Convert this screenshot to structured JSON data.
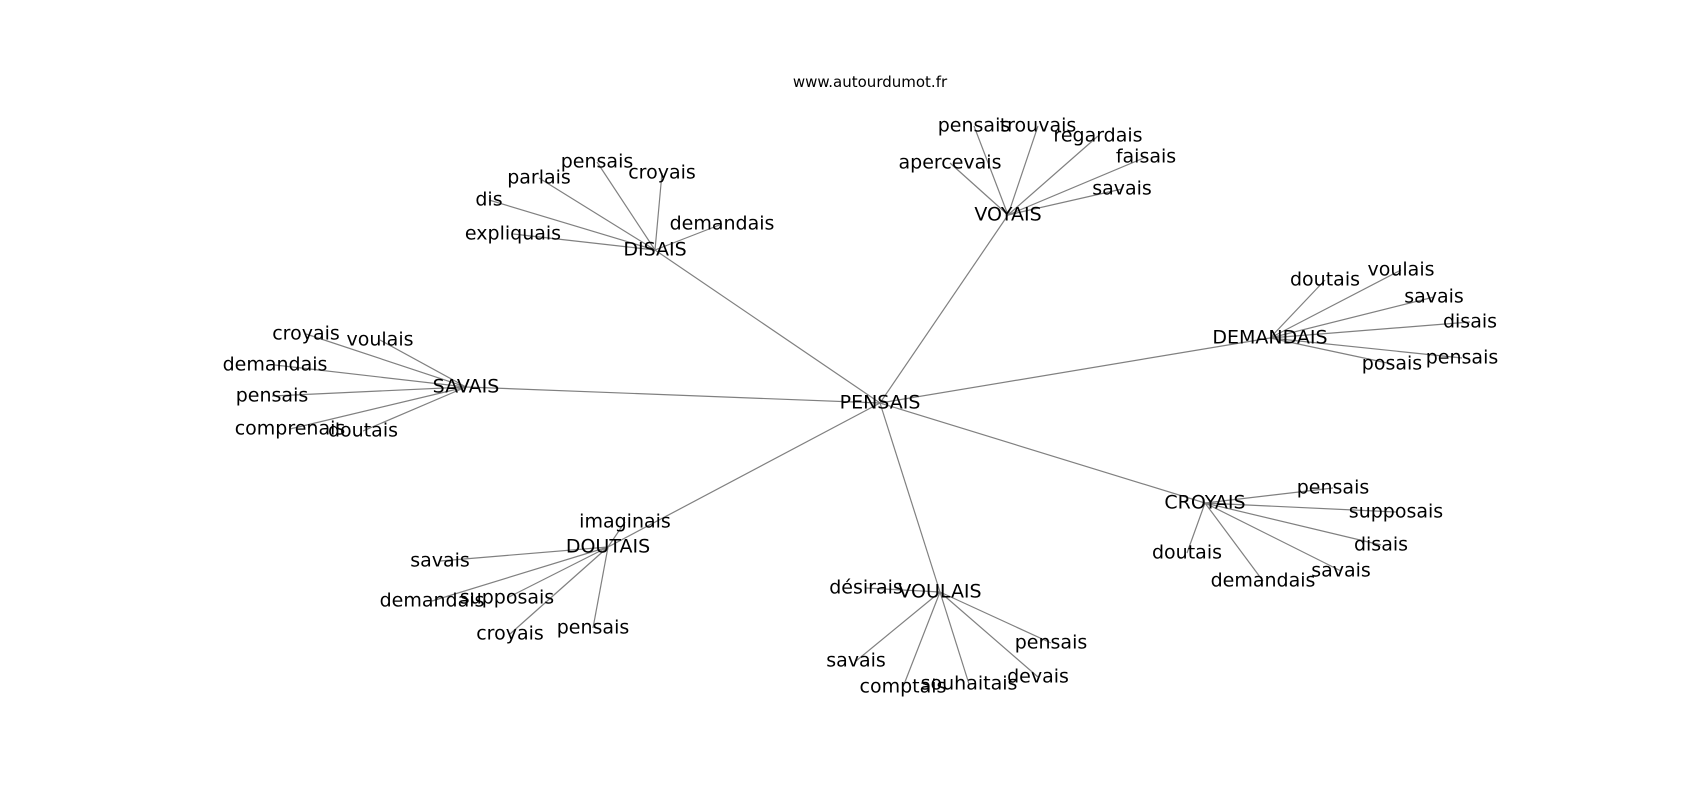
{
  "source": "www.autourdumot.fr",
  "center": "PENSAIS",
  "clusters": [
    {
      "name": "VOYAIS",
      "words": [
        "apercevais",
        "pensais",
        "trouvais",
        "regardais",
        "faisais",
        "savais"
      ]
    },
    {
      "name": "DISAIS",
      "words": [
        "pensais",
        "croyais",
        "parlais",
        "dis",
        "expliquais",
        "demandais"
      ]
    },
    {
      "name": "DEMANDAIS",
      "words": [
        "doutais",
        "voulais",
        "savais",
        "disais",
        "pensais",
        "posais"
      ]
    },
    {
      "name": "SAVAIS",
      "words": [
        "croyais",
        "voulais",
        "demandais",
        "pensais",
        "comprenais",
        "doutais"
      ]
    },
    {
      "name": "CROYAIS",
      "words": [
        "pensais",
        "supposais",
        "disais",
        "savais",
        "demandais",
        "doutais"
      ]
    },
    {
      "name": "DOUTAIS",
      "words": [
        "imaginais",
        "savais",
        "demandais",
        "supposais",
        "croyais",
        "pensais"
      ]
    },
    {
      "name": "VOULAIS",
      "words": [
        "désirais",
        "pensais",
        "devais",
        "souhaitais",
        "comptais",
        "savais"
      ]
    }
  ]
}
